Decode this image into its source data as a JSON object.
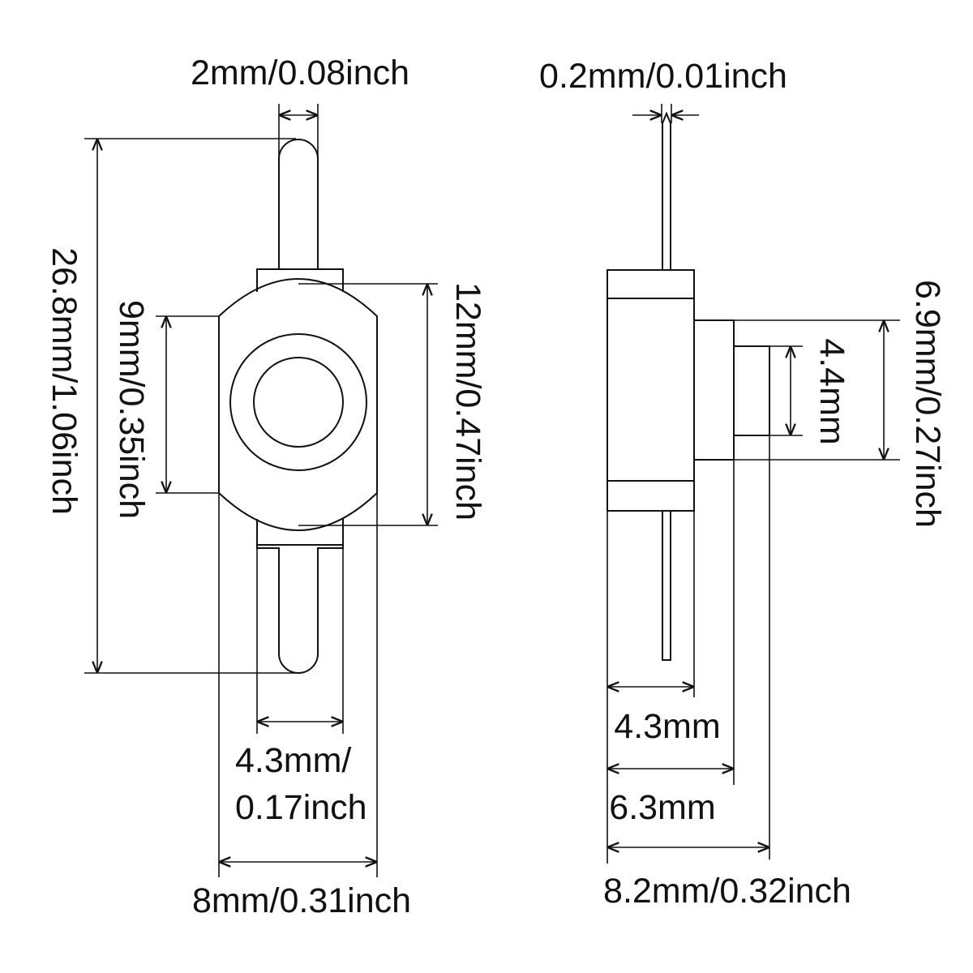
{
  "front_view": {
    "pin_width": "2mm/0.08inch",
    "total_height": "26.8mm/1.06inch",
    "knob_height": "9mm/0.35inch",
    "body_height": "12mm/0.47inch",
    "pin_spacing_line1": "4.3mm/",
    "pin_spacing_line2": "0.17inch",
    "body_width": "8mm/0.31inch"
  },
  "side_view": {
    "pin_thickness": "0.2mm/0.01inch",
    "knob_height": "4.4mm",
    "collar_height": "6.9mm/0.27inch",
    "depth_to_body": "4.3mm",
    "depth_to_collar": "6.3mm",
    "total_depth": "8.2mm/0.32inch"
  }
}
